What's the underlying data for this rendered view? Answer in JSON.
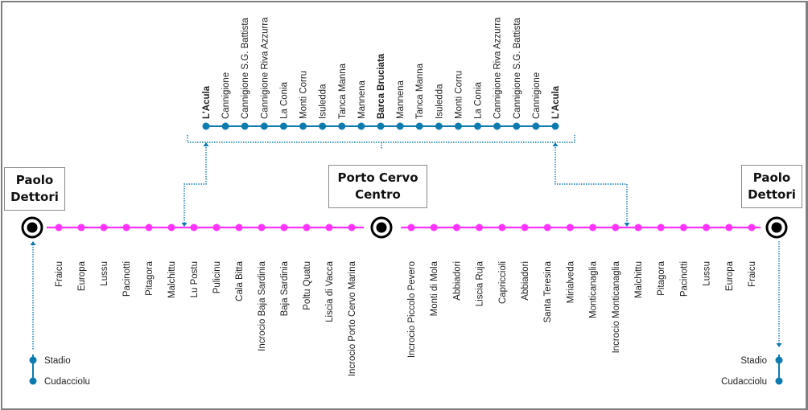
{
  "colors": {
    "main_line": "#ff33ff",
    "branch_line": "#0e7bb0",
    "terminal": "#000000"
  },
  "terminals": {
    "left": "Paolo Dettori",
    "center": "Porto Cervo Centro",
    "right": "Paolo Dettori"
  },
  "branch_top": {
    "stops": [
      "L'Acula",
      "Cannigione",
      "Cannigione S.G. Battista",
      "Cannigione Riva Azzurra",
      "La Conia",
      "Monti Corru",
      "Isuledda",
      "Tanca Manna",
      "Mannena",
      "Barca Bruciata",
      "Mannena",
      "Tanca Manna",
      "Isuledda",
      "Monti Corru",
      "La Conia",
      "Cannigione Riva Azzurra",
      "Cannigione S.G. Battista",
      "Cannigione",
      "L'Acula"
    ],
    "bold": [
      "L'Acula",
      "Barca Bruciata"
    ]
  },
  "route_left": [
    "Fraicu",
    "Europa",
    "Lussu",
    "Pacinotti",
    "Pitagora",
    "Malchittu",
    "Lu Postu",
    "Pulicinu",
    "Cala Bitta",
    "Incrocio Baja Sardinia",
    "Baja Sardinia",
    "Poltu Quatu",
    "Liscia di Vacca",
    "Incrocio Porto Cervo Marina"
  ],
  "route_right": [
    "Incrocio Piccolo Pevero",
    "Monti di Mola",
    "Abbiadori",
    "Liscia Ruja",
    "Capriccioli",
    "Abbiadori",
    "Santa Teresina",
    "Mirialveda",
    "Monticanaglia",
    "Incrocio Monticanaglia",
    "Malchittu",
    "Pitagora",
    "Pacinotti",
    "Lussu",
    "Europa",
    "Fraicu"
  ],
  "spur_left": [
    "Stadio",
    "Cudacciolu"
  ],
  "spur_right": [
    "Stadio",
    "Cudacciolu"
  ]
}
